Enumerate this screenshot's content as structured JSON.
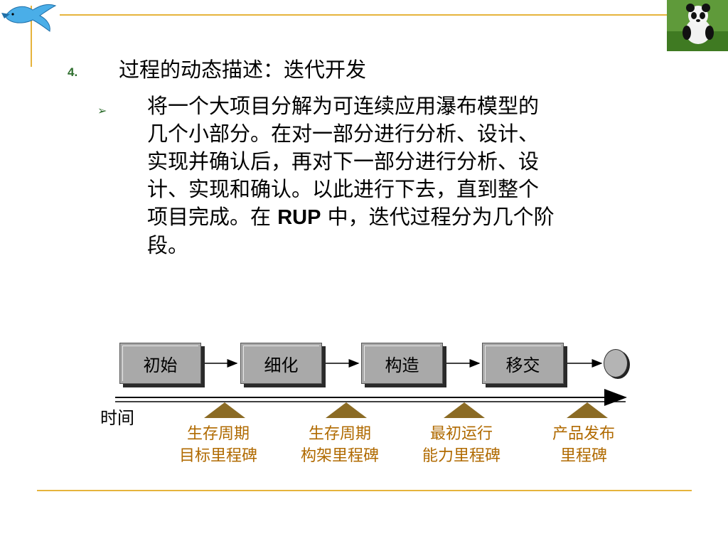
{
  "slide": {
    "heading_number": "4.",
    "heading": "过程的动态描述：迭代开发",
    "bullet_symbol": "➢",
    "paragraph_lines": [
      "将一个大项目分解为可连续应用瀑布模型的",
      "几个小部分。在对一部分进行分析、设计、",
      "实现并确认后，再对下一部分进行分析、设",
      "计、实现和确认。以此进行下去，直到整个"
    ],
    "paragraph_line5_before": "项目完成。在 ",
    "paragraph_line5_bold": "RUP",
    "paragraph_line5_after": " 中，迭代过程分为几个阶",
    "paragraph_line6": "段。"
  },
  "diagram": {
    "phases": [
      "初始",
      "细化",
      "构造",
      "移交"
    ],
    "time_label": "时间",
    "milestones": [
      {
        "line1": "生存周期",
        "line2": "目标里程碑"
      },
      {
        "line1": "生存周期",
        "line2": "构架里程碑"
      },
      {
        "line1": "最初运行",
        "line2": "能力里程碑"
      },
      {
        "line1": "产品发布",
        "line2": "里程碑"
      }
    ]
  },
  "colors": {
    "accent_line": "#e6b43c",
    "milestone_text": "#b06a00",
    "milestone_marker": "#8b6b24",
    "heading_number": "#2e6e2e",
    "phase_box": "#a9a9a9"
  },
  "icons": {
    "top_left": "bird-icon",
    "top_right": "panda-icon"
  }
}
